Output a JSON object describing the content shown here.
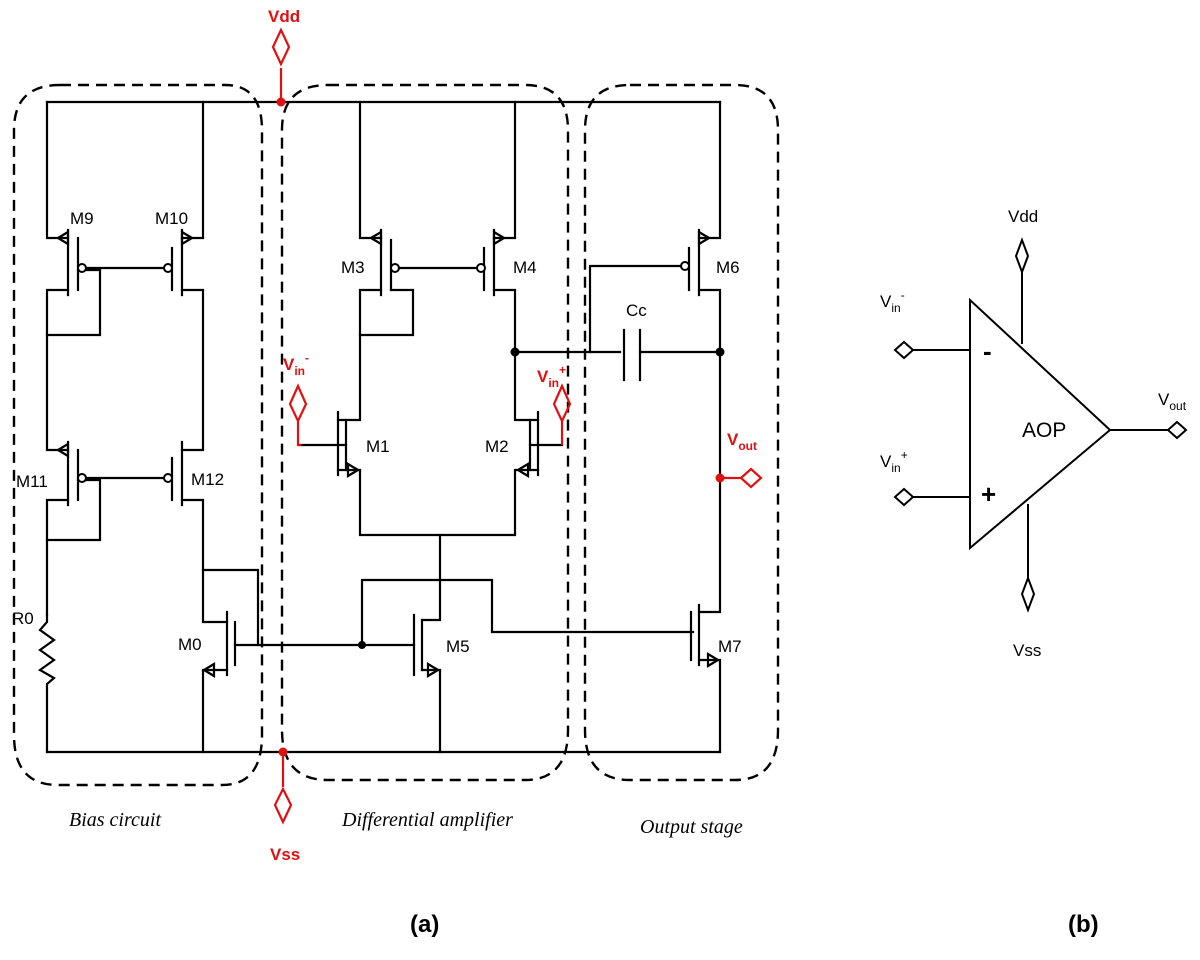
{
  "panel_a": {
    "label": "(a)",
    "nodes": {
      "vdd": "Vdd",
      "vss": "Vss",
      "vin_minus_main": "V",
      "vin_minus_sub": "in",
      "vin_minus_sup": "-",
      "vin_plus_main": "V",
      "vin_plus_sub": "in",
      "vin_plus_sup": "+",
      "vout_main": "V",
      "vout_sub": "out"
    },
    "transistors": {
      "m0": "M0",
      "m1": "M1",
      "m2": "M2",
      "m3": "M3",
      "m4": "M4",
      "m5": "M5",
      "m6": "M6",
      "m7": "M7",
      "m9": "M9",
      "m10": "M10",
      "m11": "M11",
      "m12": "M12"
    },
    "resistor": "R0",
    "capacitor": "Cc",
    "blocks": {
      "bias": "Bias circuit",
      "diff": "Differential amplifier",
      "output": "Output stage"
    },
    "colors": {
      "highlight": "#e01010"
    }
  },
  "panel_b": {
    "label": "(b)",
    "vdd": "Vdd",
    "vss": "Vss",
    "block": "AOP",
    "minus_sign": "-",
    "plus_sign": "+",
    "vin_minus_main": "V",
    "vin_minus_sub": "in",
    "vin_minus_sup": "-",
    "vin_plus_main": "V",
    "vin_plus_sub": "in",
    "vin_plus_sup": "+",
    "vout_main": "V",
    "vout_sub": "out"
  }
}
